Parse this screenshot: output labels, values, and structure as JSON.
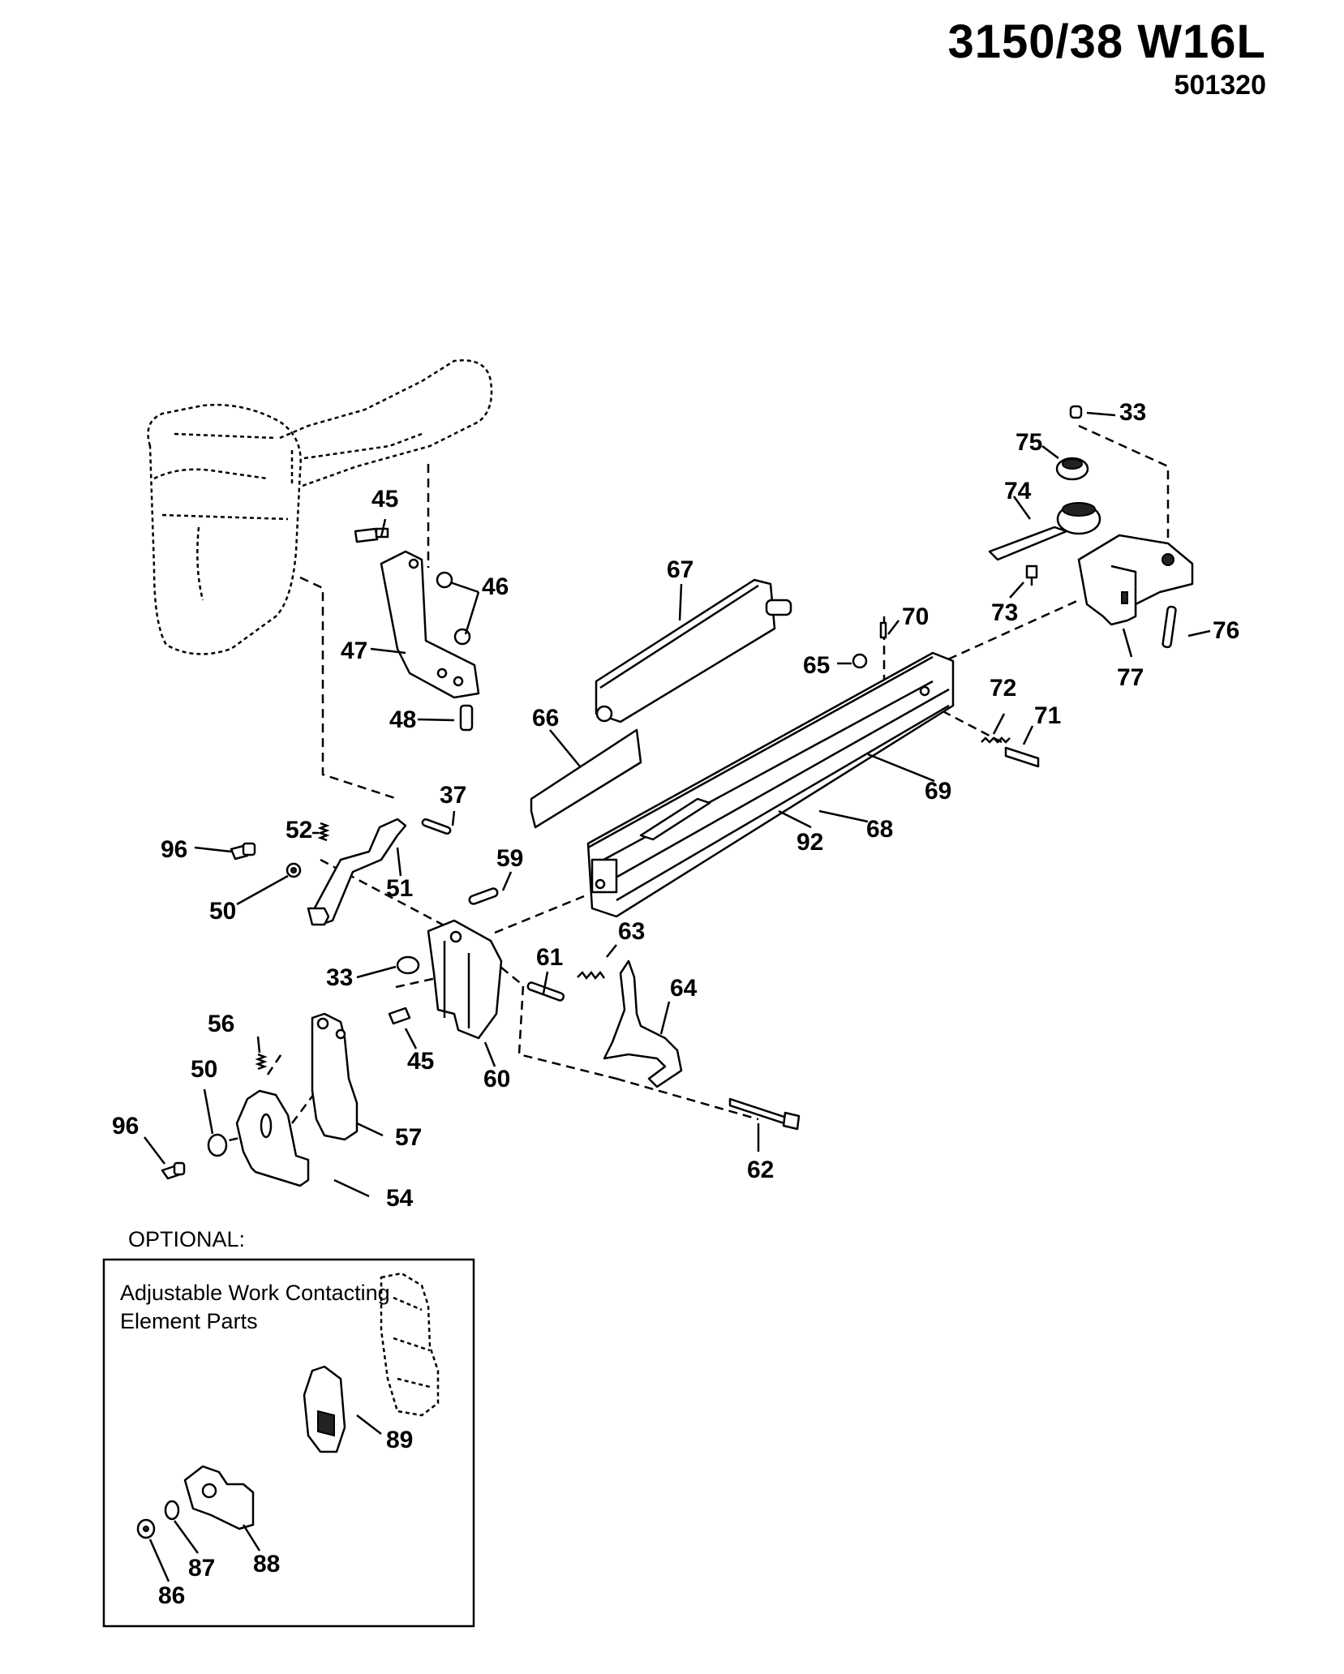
{
  "header": {
    "model": "3150/38 W16L",
    "code": "501320"
  },
  "callouts": {
    "c33a": "33",
    "c75": "75",
    "c74": "74",
    "c73": "73",
    "c76": "76",
    "c77": "77",
    "c45a": "45",
    "c46": "46",
    "c47": "47",
    "c48": "48",
    "c67": "67",
    "c70": "70",
    "c65": "65",
    "c72": "72",
    "c71": "71",
    "c66": "66",
    "c69": "69",
    "c68": "68",
    "c92": "92",
    "c37": "37",
    "c52": "52",
    "c96a": "96",
    "c51": "51",
    "c50a": "50",
    "c59": "59",
    "c63": "63",
    "c61": "61",
    "c64": "64",
    "c33b": "33",
    "c45b": "45",
    "c60": "60",
    "c56": "56",
    "c50b": "50",
    "c96b": "96",
    "c57": "57",
    "c54": "54",
    "c62": "62",
    "c89": "89",
    "c88": "88",
    "c87": "87",
    "c86": "86"
  },
  "optional": {
    "heading": "OPTIONAL:",
    "title_line1": "Adjustable Work Contacting",
    "title_line2": "Element Parts"
  }
}
